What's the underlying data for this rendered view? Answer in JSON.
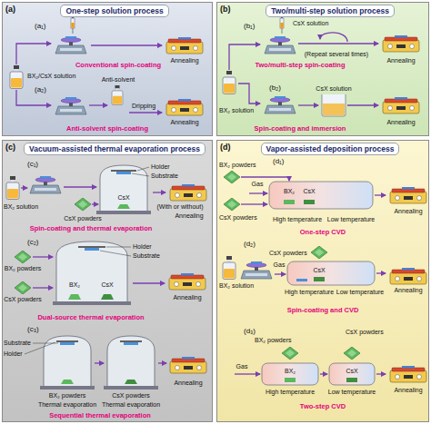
{
  "diagram": {
    "nodes": [
      {
        "text": [
          "(a)",
          "One-step solution process"
        ]
      },
      {
        "text": [
          "(b)",
          "Two/multi-step solution process"
        ]
      },
      {
        "text": [
          "(c)",
          "Vacuum-assisted thermal evaporation process"
        ]
      },
      {
        "text": [
          "(d)",
          "Vapor-assisted deposition process"
        ]
      }
    ],
    "labels": [
      "(a₁)",
      "BX₂/CsX solution",
      "Conventional spin-coating",
      "Annealing",
      "(a₂)",
      "Anti-solvent",
      "Dripping",
      "Anti-solvent spin-coating",
      "Annealing",
      "(b₁)",
      "CsX solution",
      "(Repeat several times)",
      "Two/multi-step spin-coating",
      "Annealing",
      "BX₂ solution",
      "(b₂)",
      "CsX solution",
      "Spin-coating and immersion",
      "Annealing",
      "(c₁)",
      "BX₂ solution",
      "CsX powders",
      "CsX",
      "Holder",
      "Substrate",
      "(With or without)",
      "Annealing",
      "Spin-coating and thermal evaporation",
      "(c₂)",
      "BX₂ powders",
      "CsX powders",
      "BX₂",
      "CsX",
      "Holder",
      "Substrate",
      "Dual-source thermal evaporation",
      "Annealing",
      "(c₃)",
      "Substrate",
      "Holder",
      "BX₂ powders",
      "Thermal evaporation",
      "CsX powders",
      "Thermal evaporation",
      "Sequential thermal evaporation",
      "Annealing",
      "(d₁)",
      "BX₂ powders",
      "CsX powders",
      "Gas",
      "BX₂",
      "CsX",
      "High temperature",
      "Low temperature",
      "One-step CVD",
      "Annealing",
      "(d₂)",
      "BX₂ solution",
      "CsX powders",
      "Gas",
      "CsX",
      "High temperature",
      "Low temperature",
      "Spin-coating and CVD",
      "Annealing",
      "(d₃)",
      "BX₂ powders",
      "CsX powders",
      "Gas",
      "BX₂",
      "CsX",
      "High temperature",
      "Low temperature",
      "Two-step CVD",
      "Annealing"
    ]
  }
}
